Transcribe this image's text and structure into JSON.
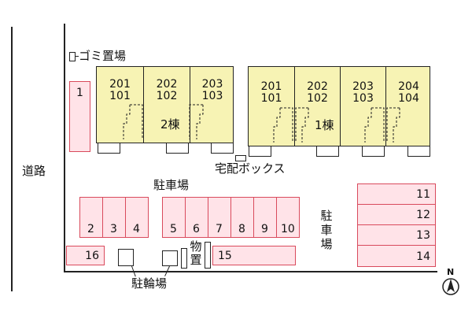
{
  "labels": {
    "road": "道路",
    "garbage": "ゴミ置場",
    "delivery_box": "宅配ボックス",
    "parking_top": "駐車場",
    "parking_right": "駐\n車\n場",
    "bicycle": "駐輪場",
    "storage": "物\n置"
  },
  "building_2": {
    "name": "2棟",
    "units": [
      {
        "upper": "201",
        "lower": "101"
      },
      {
        "upper": "202",
        "lower": "102"
      },
      {
        "upper": "203",
        "lower": "103"
      }
    ]
  },
  "building_1": {
    "name": "1棟",
    "units": [
      {
        "upper": "201",
        "lower": "101"
      },
      {
        "upper": "202",
        "lower": "102"
      },
      {
        "upper": "203",
        "lower": "103"
      },
      {
        "upper": "204",
        "lower": "104"
      }
    ]
  },
  "parking": {
    "left_top": "1",
    "group_a": [
      "2",
      "3",
      "4"
    ],
    "group_b": [
      "5",
      "6",
      "7",
      "8",
      "9",
      "10"
    ],
    "right": [
      "11",
      "12",
      "13",
      "14"
    ],
    "bottom_left": "16",
    "bottom_mid": "15"
  },
  "compass": "N",
  "colors": {
    "building_fill": "#f7f3b4",
    "parking_fill": "#ffe3e8",
    "parking_border": "#d94a5c"
  }
}
